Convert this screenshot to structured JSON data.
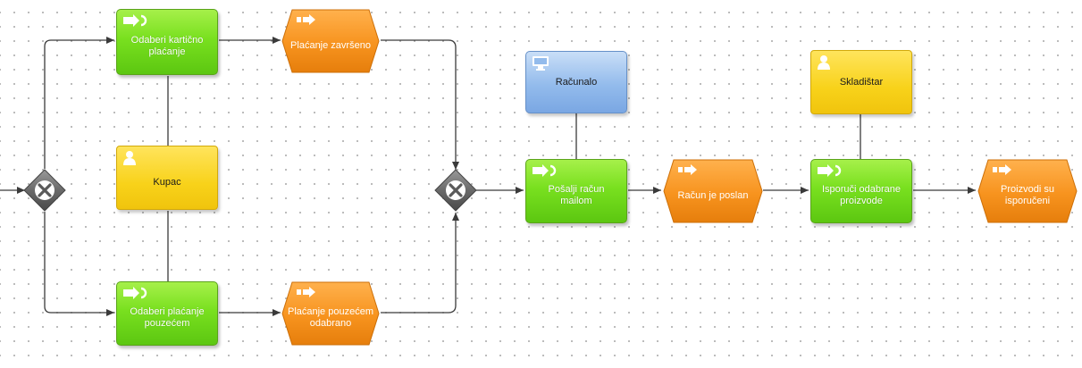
{
  "nodes": {
    "odaberi_karticno": "Odaberi kartično plaćanje",
    "odaberi_pouzecem": "Odaberi plaćanje pouzećem",
    "placanje_zavrseno": "Plaćanje završeno",
    "placanje_pouzecem_odabrano": "Plaćanje pouzećem odabrano",
    "kupac": "Kupac",
    "racunalo": "Računalo",
    "posalji_racun": "Pošalji račun mailom",
    "racun_poslan": "Račun je poslan",
    "skladistar": "Skladištar",
    "isporuci": "Isporuči odabrane proizvode",
    "proizvodi_isporuceni": "Proizvodi su isporučeni"
  },
  "colors": {
    "function": "#79e01f",
    "event": "#f7931e",
    "role": "#f8d21a",
    "system": "#93bbec",
    "gateway": "#5a5a5a",
    "connector": "#3a3a3a"
  },
  "icons": {
    "function": "function-arrow-icon",
    "event": "event-arrow-icon",
    "role": "person-icon",
    "system": "monitor-icon",
    "gateway": "xor-icon"
  }
}
